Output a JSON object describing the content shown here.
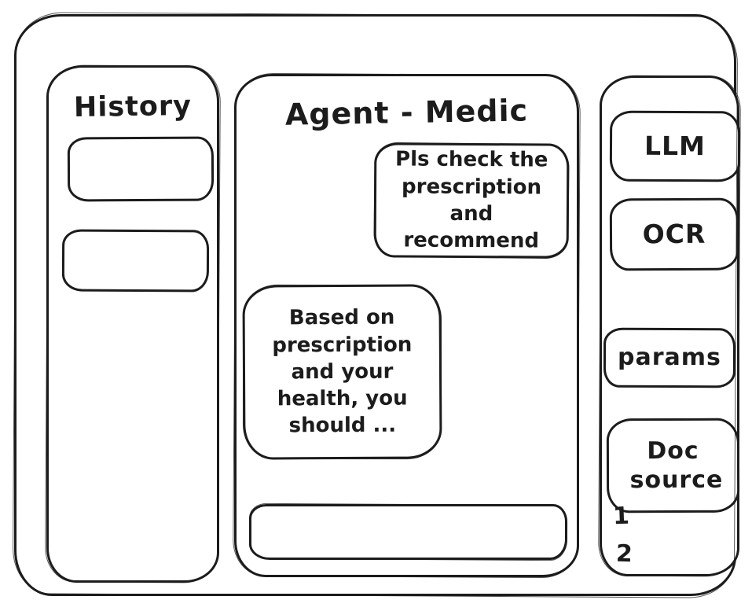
{
  "window": {
    "background_color": "#ffffff",
    "stroke_color": "#1c1c1c"
  },
  "history_sidebar": {
    "title": "History",
    "items": [
      "",
      ""
    ]
  },
  "chat": {
    "title": "Agent - Medic",
    "messages": [
      {
        "role": "user",
        "text": "Pls check the prescription and recommend"
      },
      {
        "role": "assistant",
        "text": "Based on prescription and your health, you should ..."
      }
    ],
    "input": {
      "value": "",
      "placeholder": ""
    }
  },
  "tools_sidebar": {
    "buttons": [
      {
        "label": "LLM"
      },
      {
        "label": "OCR"
      },
      {
        "label": "params"
      },
      {
        "label": "Doc source"
      }
    ],
    "doc_source_items": [
      "1",
      "2"
    ]
  }
}
